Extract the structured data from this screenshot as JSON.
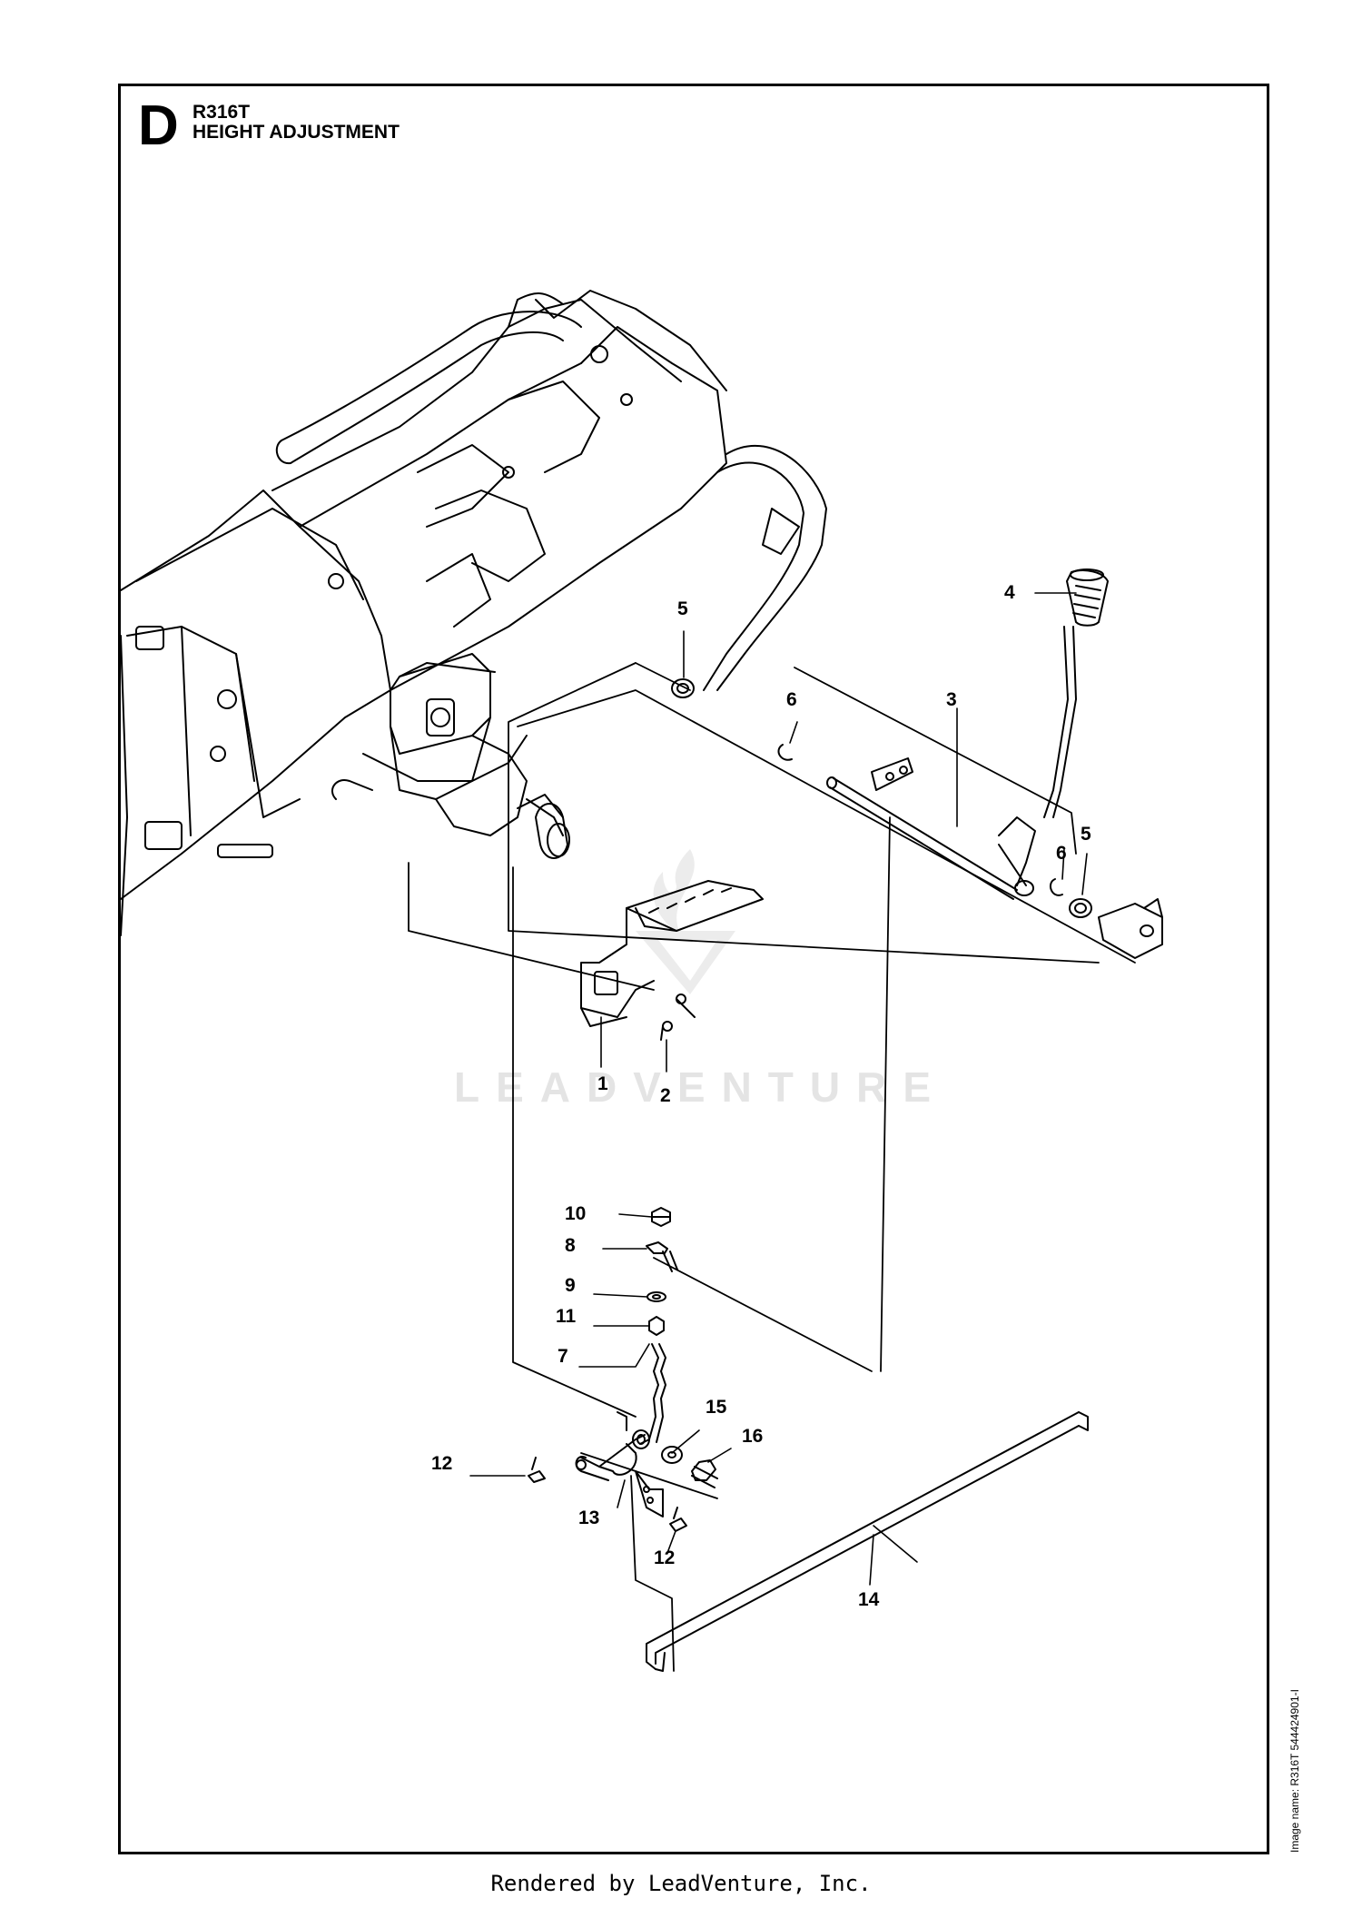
{
  "header": {
    "section_letter": "D",
    "model": "R316T",
    "title": "HEIGHT ADJUSTMENT"
  },
  "side_label": "Image name: R316T  544424901-I",
  "watermark": "LEADVENTURE",
  "footer": "Rendered by LeadVenture, Inc.",
  "callouts": [
    {
      "id": "c1",
      "label": "1"
    },
    {
      "id": "c2",
      "label": "2"
    },
    {
      "id": "c3",
      "label": "3"
    },
    {
      "id": "c4",
      "label": "4"
    },
    {
      "id": "c5a",
      "label": "5"
    },
    {
      "id": "c5b",
      "label": "5"
    },
    {
      "id": "c6a",
      "label": "6"
    },
    {
      "id": "c6b",
      "label": "6"
    },
    {
      "id": "c7",
      "label": "7"
    },
    {
      "id": "c8",
      "label": "8"
    },
    {
      "id": "c9",
      "label": "9"
    },
    {
      "id": "c10",
      "label": "10"
    },
    {
      "id": "c11",
      "label": "11"
    },
    {
      "id": "c12a",
      "label": "12"
    },
    {
      "id": "c12b",
      "label": "12"
    },
    {
      "id": "c13",
      "label": "13"
    },
    {
      "id": "c14",
      "label": "14"
    },
    {
      "id": "c15",
      "label": "15"
    },
    {
      "id": "c16",
      "label": "16"
    }
  ]
}
